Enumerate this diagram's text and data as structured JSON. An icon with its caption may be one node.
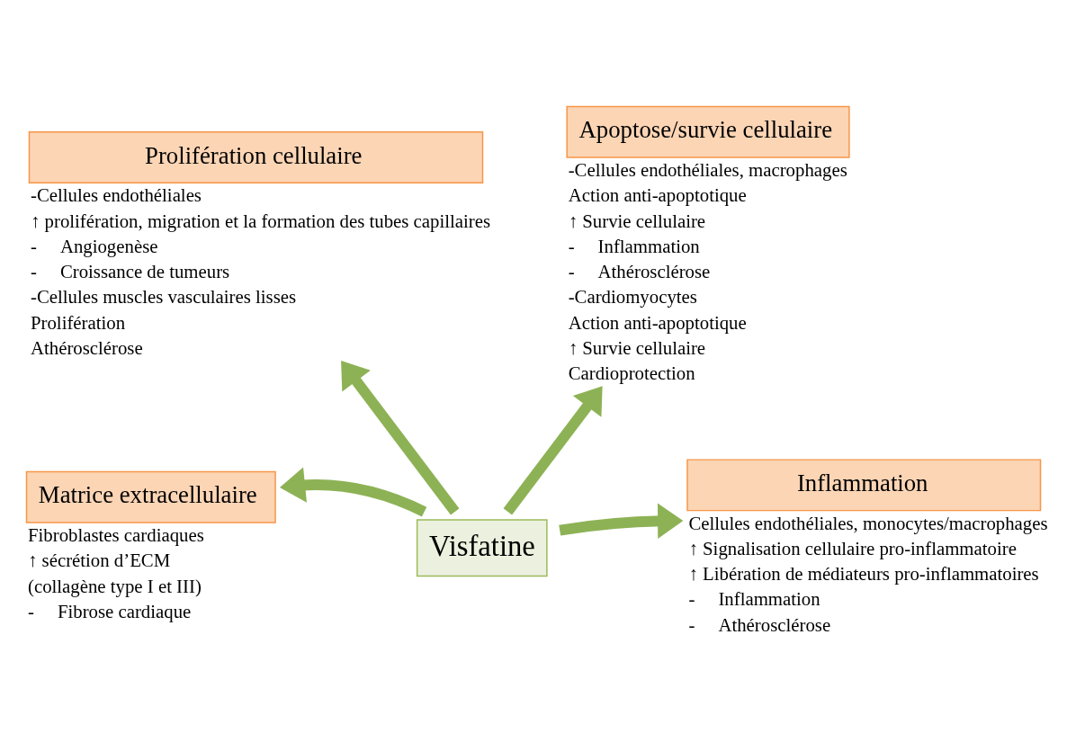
{
  "diagram": {
    "nodes": [
      {
        "text": [
          "Visfatine"
        ]
      },
      {
        "text": [
          "Prolifération cellulaire"
        ],
        "beside": [
          "-Cellules endothéliales",
          "↑ prolifération, migration et la formation des tubes capillaires",
          "-     Angiogenèse",
          "-     Croissance de tumeurs",
          "-Cellules muscles vasculaires lisses",
          "Prolifération",
          "Athérosclérose"
        ]
      },
      {
        "text": [
          "Apoptose/survie cellulaire"
        ],
        "beside": [
          "-Cellules endothéliales, macrophages",
          "Action anti-apoptotique",
          "↑ Survie cellulaire",
          "-     Inflammation",
          "-     Athérosclérose",
          "-Cardiomyocytes",
          "Action anti-apoptotique",
          "↑ Survie cellulaire",
          "Cardioprotection"
        ]
      },
      {
        "text": [
          "Matrice extracellulaire"
        ],
        "beside": [
          "Fibroblastes cardiaques",
          "↑ sécrétion d’ECM",
          "(collagène type I et III)",
          "-     Fibrose cardiaque"
        ]
      },
      {
        "text": [
          "Inflammation"
        ],
        "beside": [
          "Cellules endothéliales, monocytes/macrophages",
          "↑ Signalisation cellulaire pro-inflammatoire",
          "↑ Libération de médiateurs pro-inflammatoires",
          "-     Inflammation",
          "-     Athérosclérose"
        ]
      }
    ],
    "edges": [
      {
        "from": 0,
        "to": 1,
        "arrow": "to"
      },
      {
        "from": 0,
        "to": 2,
        "arrow": "to"
      },
      {
        "from": 0,
        "to": 3,
        "arrow": "to"
      },
      {
        "from": 0,
        "to": 4,
        "arrow": "to"
      }
    ]
  }
}
